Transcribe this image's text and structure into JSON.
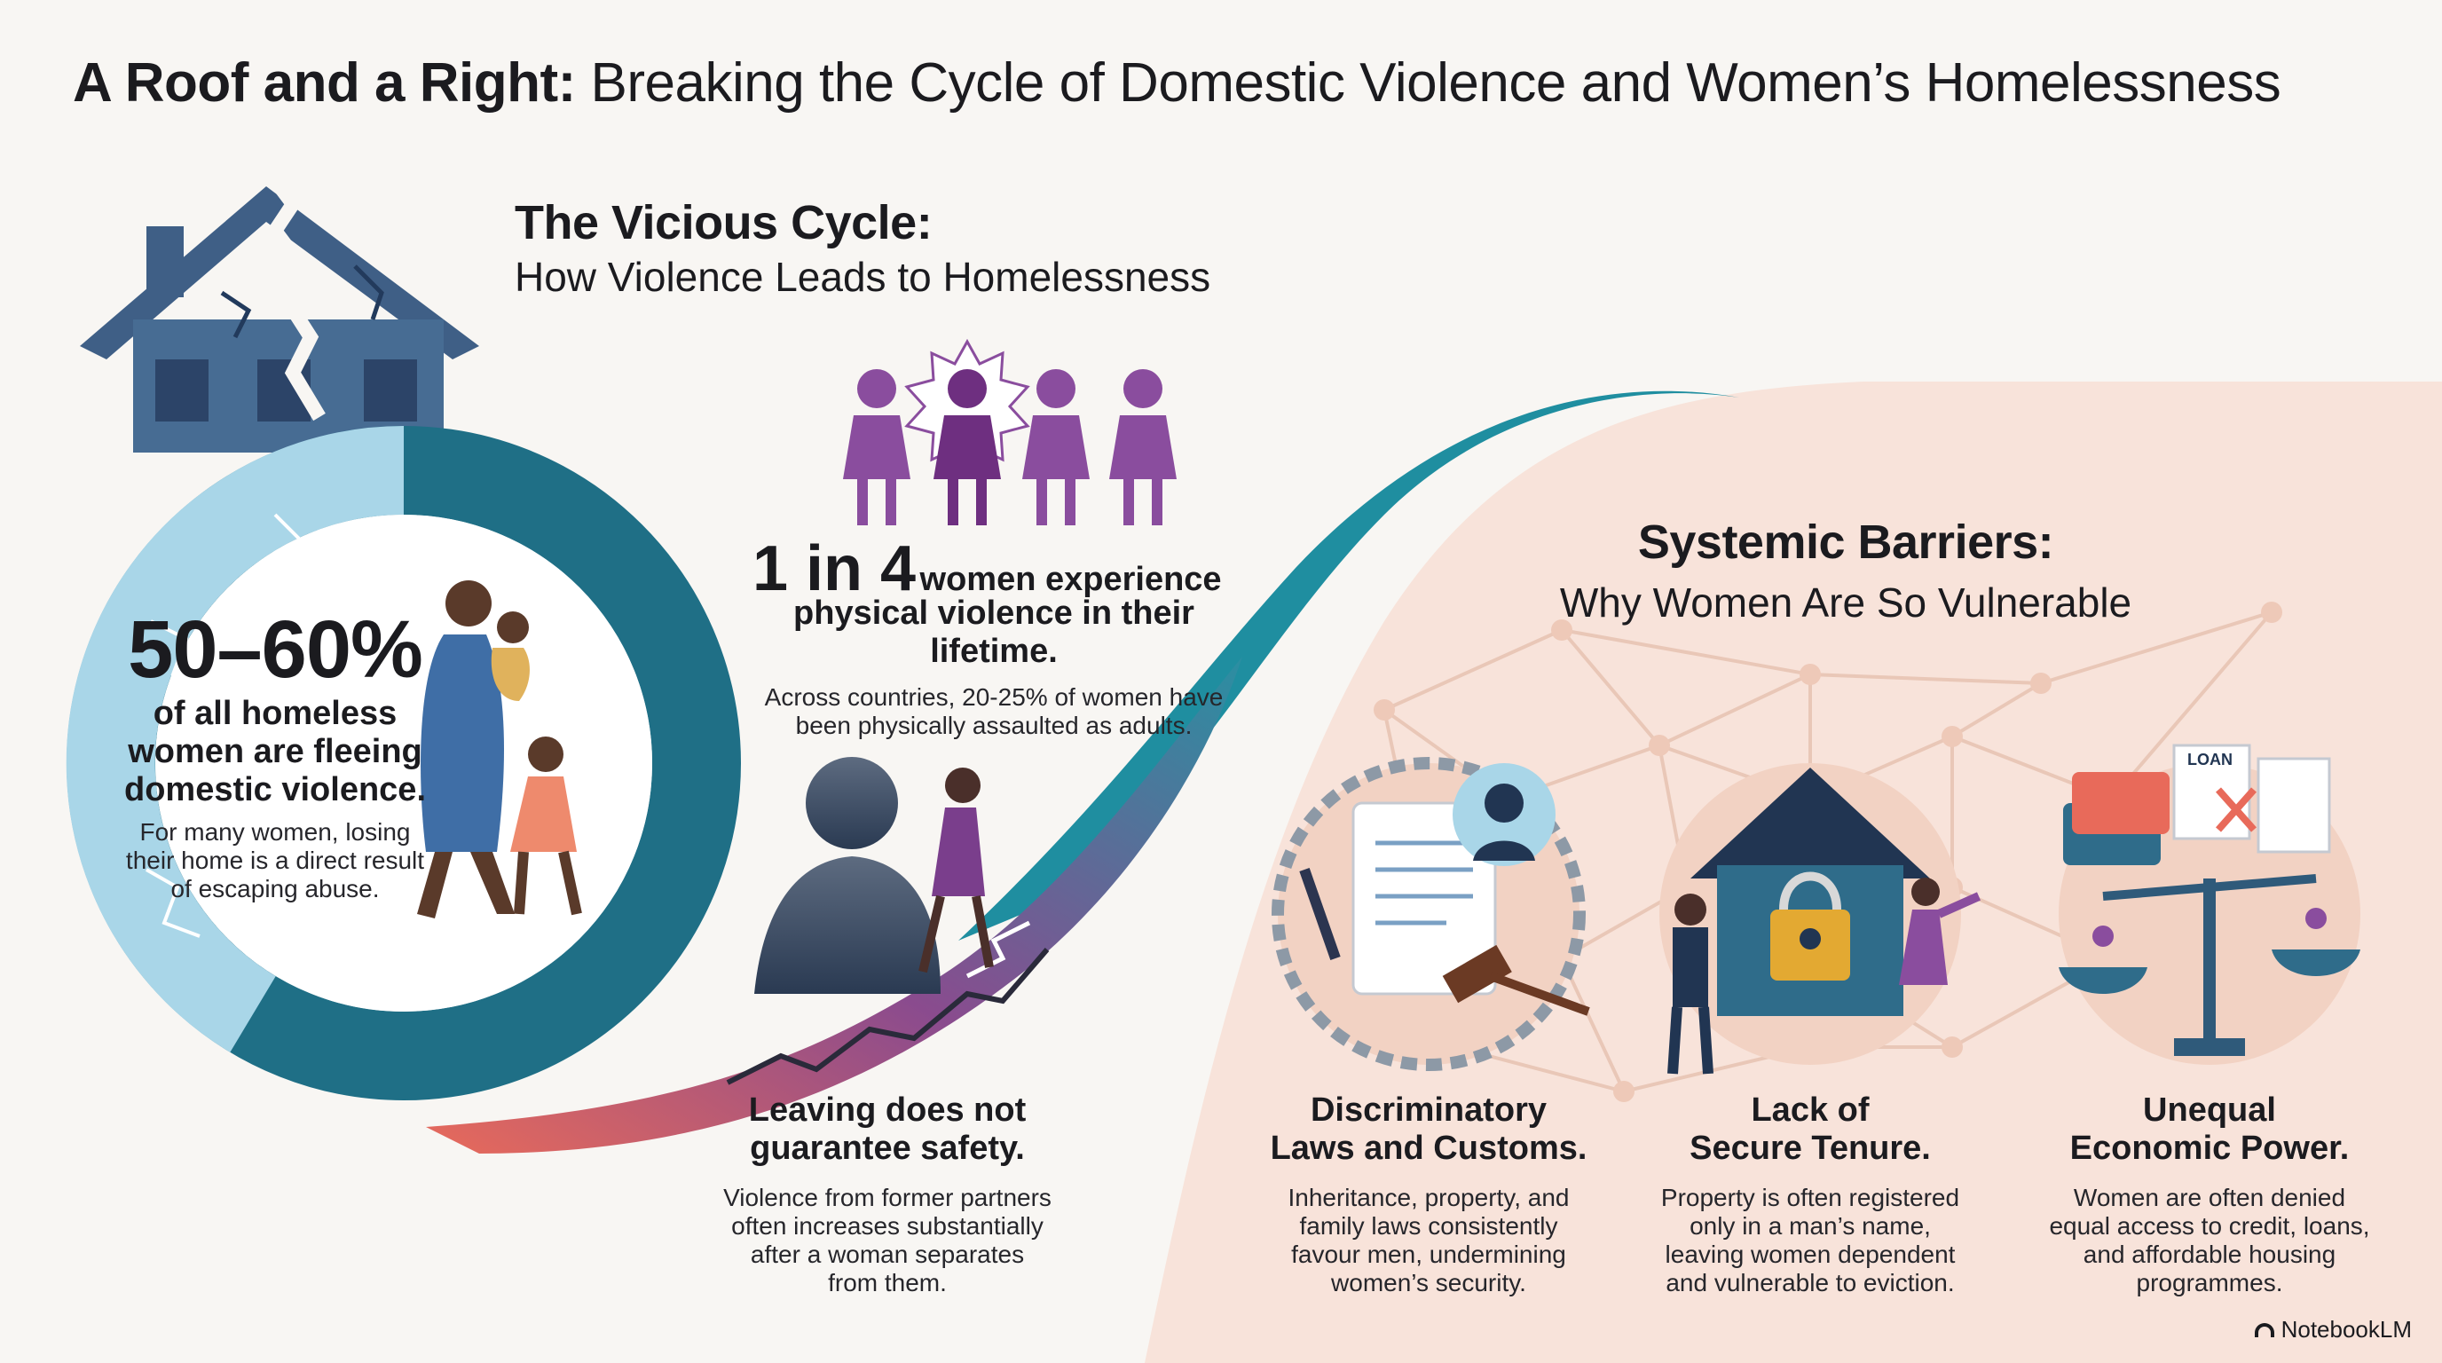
{
  "title": {
    "bold": "A Roof and a Right:",
    "rest": "Breaking the Cycle of Domestic Violence and Women’s Homelessness"
  },
  "cycle": {
    "heading": "The Vicious Cycle:",
    "subheading": "How Violence Leads to Homelessness"
  },
  "stat_homeless": {
    "value": "50–60%",
    "line1": "of all homeless",
    "line2": "women are fleeing",
    "line3": "domestic violence.",
    "note1": "For many women, losing",
    "note2": "their home is a direct result",
    "note3": "of escaping abuse."
  },
  "stat_violence": {
    "big": "1 in 4",
    "text1": "women experience",
    "text2": "physical violence in their lifetime.",
    "note1": "Across countries, 20-25% of women have",
    "note2": "been physically assaulted as adults."
  },
  "leaving": {
    "title1": "Leaving does not",
    "title2": "guarantee safety.",
    "note1": "Violence from former partners",
    "note2": "often increases substantially",
    "note3": "after a woman separates",
    "note4": "from them."
  },
  "barriers": {
    "heading": "Systemic Barriers:",
    "subheading": "Why Women Are So Vulnerable"
  },
  "barrier_items": [
    {
      "title1": "Discriminatory",
      "title2": "Laws and Customs.",
      "d1": "Inheritance, property, and",
      "d2": "family laws consistently",
      "d3": "favour men, undermining",
      "d4": "women’s security."
    },
    {
      "title1": "Lack of",
      "title2": "Secure Tenure.",
      "d1": "Property is often registered",
      "d2": "only in a man’s name,",
      "d3": "leaving women dependent",
      "d4": "and vulnerable to eviction."
    },
    {
      "title1": "Unequal",
      "title2": "Economic Power.",
      "d1": "Women are often denied",
      "d2": "equal access to credit, loans,",
      "d3": "and affordable housing",
      "d4": "programmes."
    }
  ],
  "loan_label": "LOAN",
  "brand": "NotebookLM",
  "colors": {
    "teal": "#1f6f86",
    "light_blue": "#a9d6e8",
    "purple": "#7a3e8c",
    "peach": "#f7ddd2",
    "coral": "#e86a5a",
    "gold": "#e3a932"
  }
}
